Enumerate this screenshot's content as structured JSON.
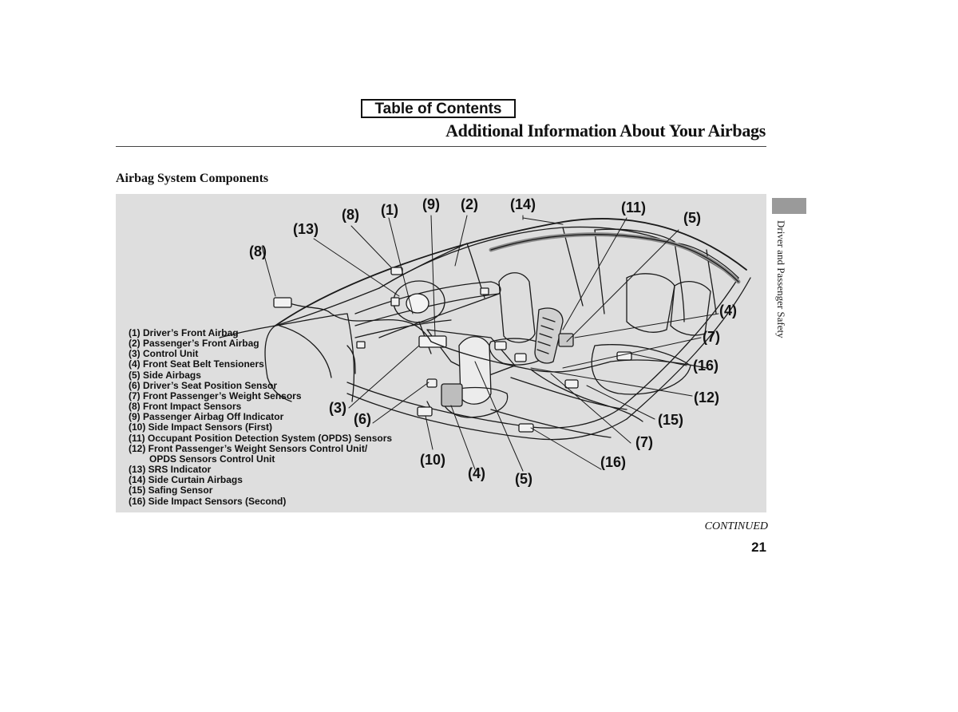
{
  "toc": {
    "label": "Table of Contents"
  },
  "header": {
    "title": "Additional Information About Your Airbags"
  },
  "section": {
    "heading": "Airbag System Components"
  },
  "figure": {
    "legend": [
      "(1) Driver’s Front Airbag",
      "(2) Passenger’s Front Airbag",
      "(3) Control Unit",
      "(4) Front Seat Belt Tensioners",
      "(5) Side Airbags",
      "(6) Driver’s Seat Position Sensor",
      "(7) Front Passenger’s Weight Sensors",
      "(8) Front Impact Sensors",
      "(9) Passenger Airbag Off Indicator",
      "(10) Side Impact Sensors (First)",
      "(11) Occupant Position Detection System (OPDS) Sensors",
      "(12) Front Passenger’s Weight Sensors Control Unit/",
      "OPDS Sensors Control Unit",
      "(13) SRS Indicator",
      "(14) Side Curtain Airbags",
      "(15) Safing Sensor",
      "(16) Side Impact Sensors (Second)"
    ],
    "callouts": {
      "c8a": "(8)",
      "c13": "(13)",
      "c8b": "(8)",
      "c1": "(1)",
      "c9": "(9)",
      "c2": "(2)",
      "c14": "(14)",
      "c11": "(11)",
      "c5a": "(5)",
      "c4a": "(4)",
      "c7a": "(7)",
      "c16a": "(16)",
      "c12": "(12)",
      "c15": "(15)",
      "c7b": "(7)",
      "c16b": "(16)",
      "c3": "(3)",
      "c6": "(6)",
      "c10": "(10)",
      "c4b": "(4)",
      "c5b": "(5)"
    }
  },
  "sidebar": {
    "section_label": "Driver and Passenger Safety"
  },
  "footer": {
    "continued": "CONTINUED",
    "page_number": "21"
  }
}
